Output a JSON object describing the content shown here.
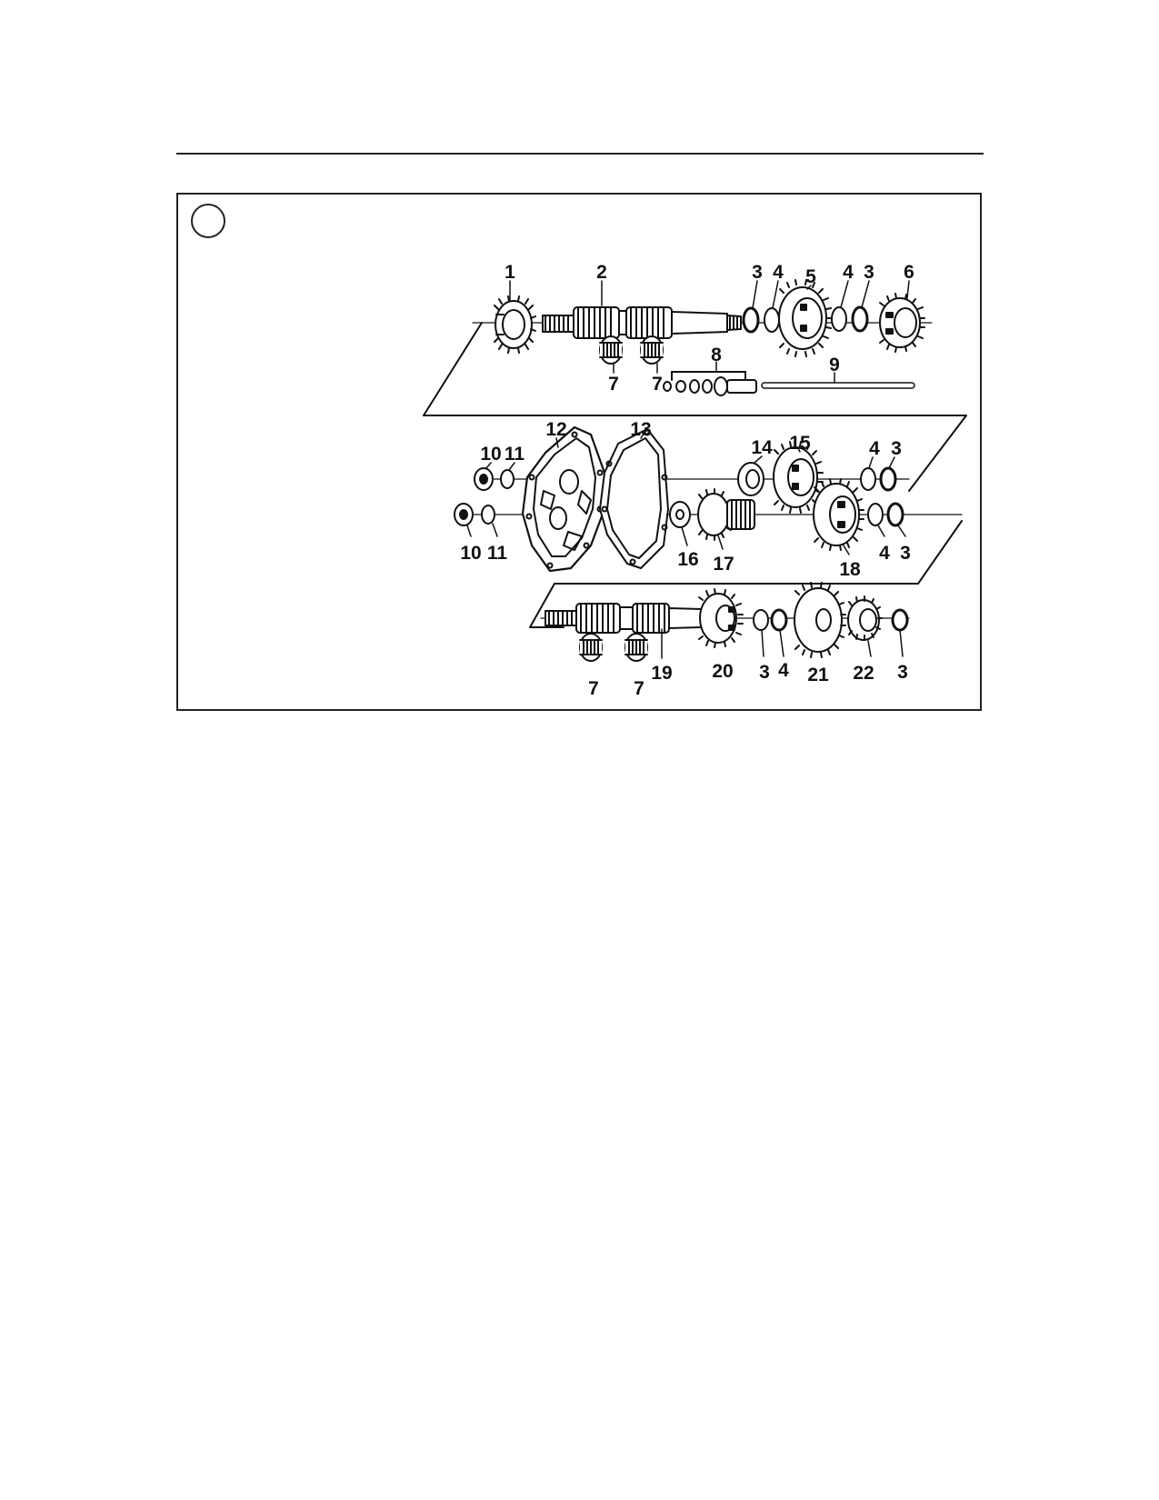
{
  "figure": {
    "callouts": [
      {
        "id": "c1",
        "text": "1"
      },
      {
        "id": "c2",
        "text": "2"
      },
      {
        "id": "c3a",
        "text": "3"
      },
      {
        "id": "c4a",
        "text": "4"
      },
      {
        "id": "c5",
        "text": "5"
      },
      {
        "id": "c4b",
        "text": "4"
      },
      {
        "id": "c3b",
        "text": "3"
      },
      {
        "id": "c6",
        "text": "6"
      },
      {
        "id": "c7a",
        "text": "7"
      },
      {
        "id": "c7b",
        "text": "7"
      },
      {
        "id": "c8",
        "text": "8"
      },
      {
        "id": "c9",
        "text": "9"
      },
      {
        "id": "c10a",
        "text": "10"
      },
      {
        "id": "c11a",
        "text": "11"
      },
      {
        "id": "c12",
        "text": "12"
      },
      {
        "id": "c13",
        "text": "13"
      },
      {
        "id": "c14",
        "text": "14"
      },
      {
        "id": "c15",
        "text": "15"
      },
      {
        "id": "c4c",
        "text": "4"
      },
      {
        "id": "c3c",
        "text": "3"
      },
      {
        "id": "c10b",
        "text": "10"
      },
      {
        "id": "c11b",
        "text": "11"
      },
      {
        "id": "c16",
        "text": "16"
      },
      {
        "id": "c17",
        "text": "17"
      },
      {
        "id": "c18",
        "text": "18"
      },
      {
        "id": "c4d",
        "text": "4"
      },
      {
        "id": "c3d",
        "text": "3"
      },
      {
        "id": "c7c",
        "text": "7"
      },
      {
        "id": "c7d",
        "text": "7"
      },
      {
        "id": "c19",
        "text": "19"
      },
      {
        "id": "c20",
        "text": "20"
      },
      {
        "id": "c3e",
        "text": "3"
      },
      {
        "id": "c4e",
        "text": "4"
      },
      {
        "id": "c21",
        "text": "21"
      },
      {
        "id": "c22",
        "text": "22"
      },
      {
        "id": "c3f",
        "text": "3"
      }
    ]
  }
}
